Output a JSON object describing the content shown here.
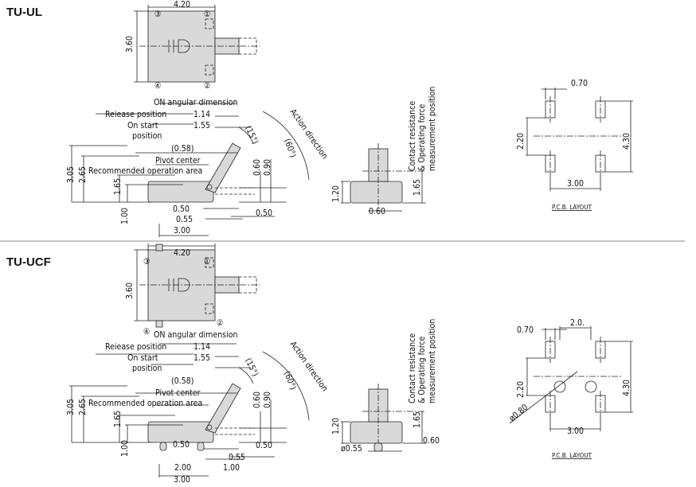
{
  "colors": {
    "line": "#222222",
    "body_fill": "#d9d9d9",
    "divider": "#888888"
  },
  "sections": [
    {
      "title": "TU-UL",
      "top": {
        "width": "4.20",
        "height": "3.60",
        "pins": [
          "③",
          "①",
          "④",
          "②"
        ]
      },
      "side": {
        "on_angular": "ON angular dimension",
        "release": "Reiease position",
        "release_val": "1.14",
        "on_start_1": "On start",
        "on_start_2": "position",
        "on_start_val": "1.55",
        "offset": "(0.58)",
        "pivot": "Pivot center",
        "recommended": "Recommended operation area",
        "angle_small": "(15°)",
        "angle_large": "(60°)",
        "action": "Action direction",
        "h305": "3.05",
        "h265": "2.65",
        "h165": "1.65",
        "h100": "1.00",
        "v060": "0.60",
        "v090": "0.90",
        "b050": "0.50",
        "b055": "0.55",
        "b300": "3.00",
        "r050": "0.50"
      },
      "front": {
        "label_1": "Contact resistance",
        "label_2": "& Operating force",
        "label_3": "measurement position",
        "h120": "1.20",
        "h165": "1.65",
        "w060": "0.60"
      },
      "pcb": {
        "w070": "0.70",
        "h220": "2.20",
        "h430": "4.30",
        "w300": "3.00",
        "label": "P.C.B.  LAYOUT"
      }
    },
    {
      "title": "TU-UCF",
      "top": {
        "width": "4.20",
        "height": "3.60",
        "pins": [
          "③",
          "①",
          "④",
          "②"
        ]
      },
      "side": {
        "on_angular": "ON angular dimension",
        "release": "Reiease position",
        "release_val": "1.14",
        "on_start_1": "On start",
        "on_start_2": "position",
        "on_start_val": "1.55",
        "offset": "(0.58)",
        "pivot": "Pivot center",
        "recommended": "Recommended operation area",
        "angle_small": "(15°)",
        "angle_large": "(60°)",
        "action": "Action direction",
        "h305": "3.05",
        "h265": "2.65",
        "h165": "1.65",
        "h100": "1.00",
        "v060": "0.60",
        "v090": "0.90",
        "b050": "0.50",
        "b055": "0.55",
        "b200": "2.00",
        "b100": "1.00",
        "b300": "3.00",
        "r050": "0.50"
      },
      "front": {
        "label_1": "Contact resistance",
        "label_2": "& Operating force",
        "label_3": "measurement position",
        "h120": "1.20",
        "h165": "1.65",
        "w060": "0.60",
        "d055": "ø0.55"
      },
      "pcb": {
        "w070": "0.70",
        "w20": "2.0.",
        "h220": "2.20",
        "h430": "4.30",
        "w300": "3.00",
        "d080": "ø0.80",
        "label": "P.C.B.  LAYOUT"
      }
    }
  ]
}
